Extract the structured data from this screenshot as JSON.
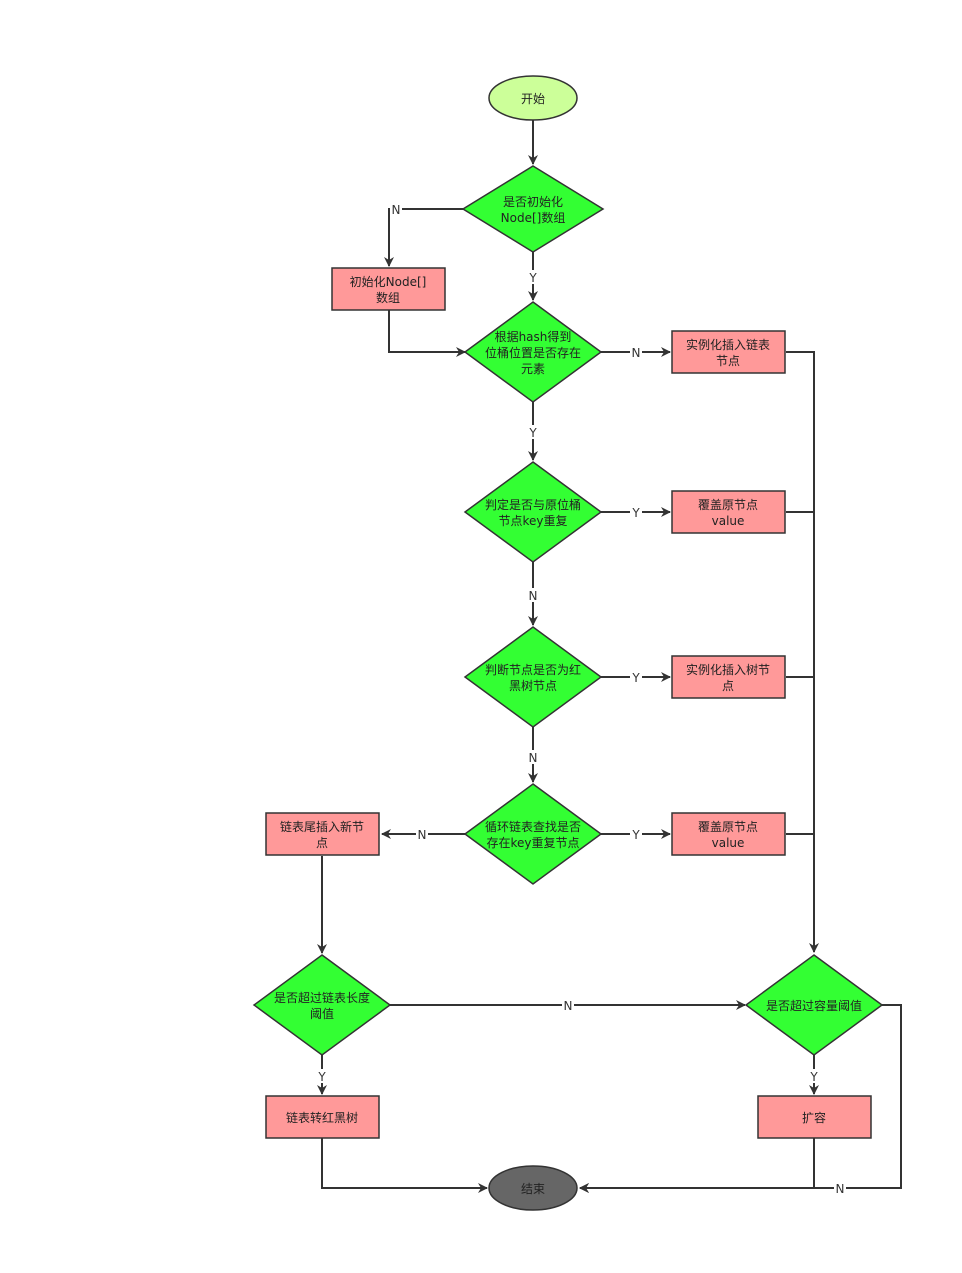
{
  "nodes": {
    "start": {
      "text": [
        "开始"
      ]
    },
    "q_init": {
      "text": [
        "是否初始化",
        "Node[]数组"
      ]
    },
    "init_array": {
      "text": [
        "初始化Node[]",
        "数组"
      ]
    },
    "q_hash": {
      "text": [
        "根据hash得到",
        "位桶位置是否存在",
        "元素"
      ]
    },
    "new_list_node": {
      "text": [
        "实例化插入链表",
        "节点"
      ]
    },
    "q_same_key": {
      "text": [
        "判定是否与原位桶",
        "节点key重复"
      ]
    },
    "override_1": {
      "text": [
        "覆盖原节点",
        "value"
      ]
    },
    "q_tree": {
      "text": [
        "判断节点是否为红",
        "黑树节点"
      ]
    },
    "new_tree_node": {
      "text": [
        "实例化插入树节",
        "点"
      ]
    },
    "q_loop": {
      "text": [
        "循环链表查找是否",
        "存在key重复节点"
      ]
    },
    "override_2": {
      "text": [
        "覆盖原节点",
        "value"
      ]
    },
    "append_tail": {
      "text": [
        "链表尾插入新节",
        "点"
      ]
    },
    "q_list_len": {
      "text": [
        "是否超过链表长度",
        "阈值"
      ]
    },
    "treeify": {
      "text": [
        "链表转红黑树"
      ]
    },
    "q_capacity": {
      "text": [
        "是否超过容量阈值"
      ]
    },
    "resize": {
      "text": [
        "扩容"
      ]
    },
    "end": {
      "text": [
        "结束"
      ]
    }
  },
  "edge_labels": {
    "yes": "Y",
    "no": "N"
  },
  "colors": {
    "start_fill": "#ccff99",
    "decision_fill": "#33ff33",
    "process_fill": "#ff9999",
    "end_fill": "#666666",
    "stroke": "#333333"
  }
}
